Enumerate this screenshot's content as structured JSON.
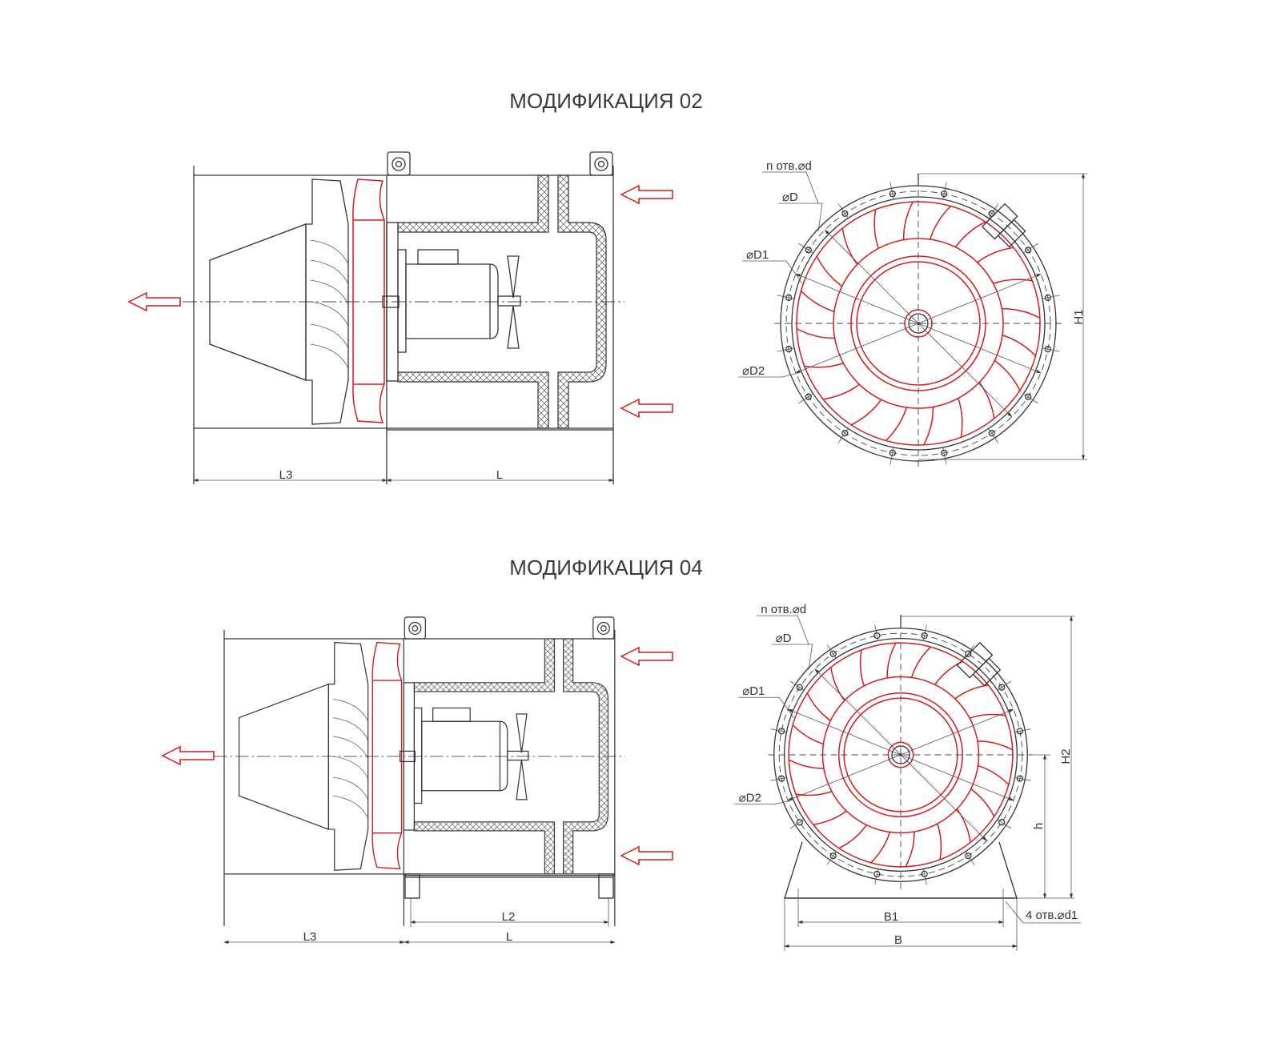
{
  "modifications": [
    {
      "title": "МОДИФИКАЦИЯ 02",
      "side_view": {
        "dim_l3": "L3",
        "dim_l": "L"
      },
      "front_view": {
        "holes": "n отв.⌀d",
        "d": "⌀D",
        "d1": "⌀D1",
        "d2": "⌀D2",
        "height": "H1"
      }
    },
    {
      "title": "МОДИФИКАЦИЯ 04",
      "side_view": {
        "dim_l3": "L3",
        "dim_l": "L",
        "dim_l2": "L2"
      },
      "front_view": {
        "holes": "n отв.⌀d",
        "d": "⌀D",
        "d1": "⌀D1",
        "d2": "⌀D2",
        "height": "H2",
        "axis_height": "h",
        "b1": "B1",
        "b": "B",
        "foot_holes": "4 отв.⌀d1"
      }
    }
  ],
  "colors": {
    "line": "#333333",
    "accent": "#d21c1c"
  }
}
